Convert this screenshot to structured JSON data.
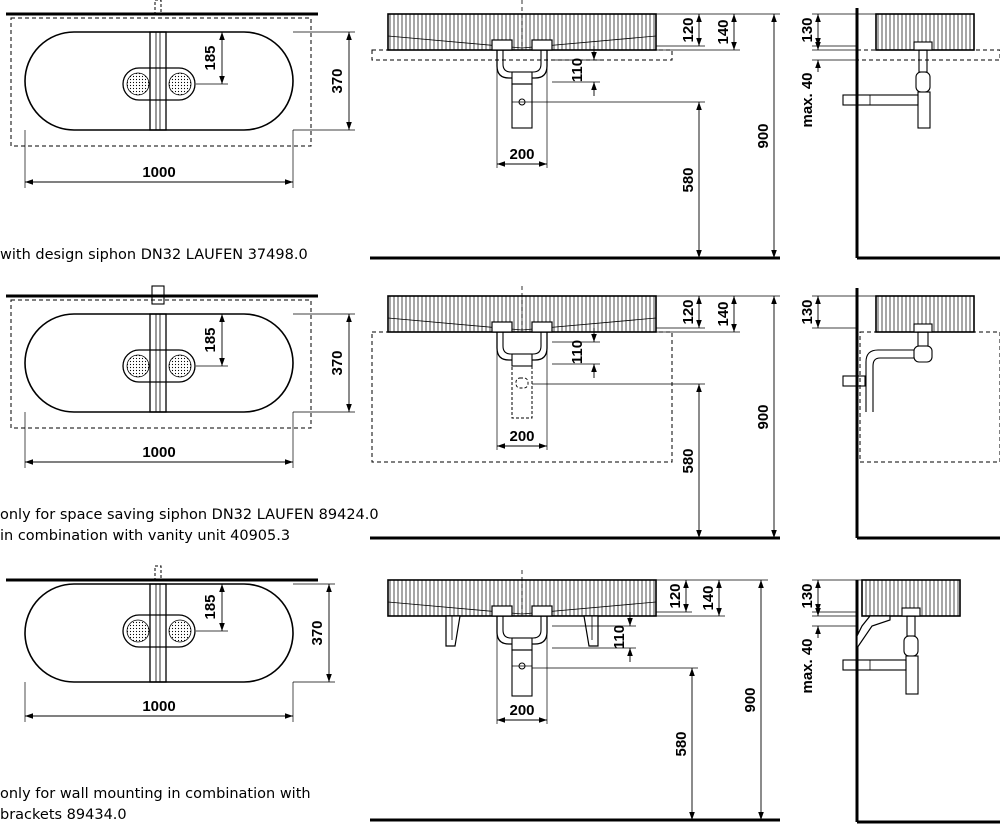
{
  "rows": [
    {
      "plan": {
        "d185": "185",
        "d370": "370",
        "d1000": "1000"
      },
      "front": {
        "d120": "120",
        "d140": "140",
        "d110": "110",
        "d200": "200",
        "d580": "580",
        "d900": "900"
      },
      "side": {
        "d130": "130",
        "dmax40": "max. 40"
      },
      "caption": [
        "with design siphon DN32 LAUFEN 37498.0"
      ]
    },
    {
      "plan": {
        "d185": "185",
        "d370": "370",
        "d1000": "1000"
      },
      "front": {
        "d120": "120",
        "d140": "140",
        "d110": "110",
        "d200": "200",
        "d580": "580",
        "d900": "900"
      },
      "side": {
        "d130": "130"
      },
      "caption": [
        "only for space saving siphon DN32 LAUFEN 89424.0",
        "in combination with vanity unit 40905.3"
      ]
    },
    {
      "plan": {
        "d185": "185",
        "d370": "370",
        "d1000": "1000"
      },
      "front": {
        "d120": "120",
        "d140": "140",
        "d110": "110",
        "d200": "200",
        "d580": "580",
        "d900": "900"
      },
      "side": {
        "d130": "130",
        "dmax40": "max. 40"
      },
      "caption": [
        "only for wall mounting in combination with",
        "brackets 89434.0"
      ]
    }
  ]
}
